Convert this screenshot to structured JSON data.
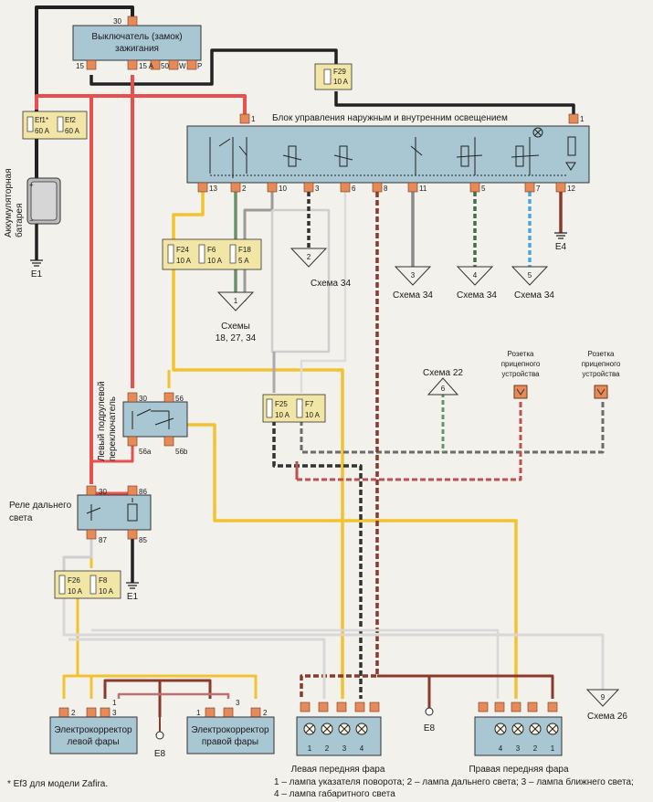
{
  "ignition": {
    "title_line1": "Выключатель (замок)",
    "title_line2": "зажигания",
    "pin_top": "30",
    "pins": [
      "15",
      "15 A",
      "50",
      "W",
      "P"
    ]
  },
  "battery": {
    "label_line1": "Аккумуляторная",
    "label_line2": "батарея",
    "ground": "E1"
  },
  "fuses_main": {
    "ef1": "Ef1*",
    "ef1_rating": "60 A",
    "ef2": "Ef2",
    "ef2_rating": "60 A"
  },
  "fuse_f29": {
    "name": "F29",
    "rating": "10 A"
  },
  "lighting_unit": {
    "title": "Блок управления наружным и внутренним освещением",
    "pin_left": "1",
    "pin_right": "1",
    "bottom_pins": [
      "13",
      "2",
      "10",
      "3",
      "6",
      "8",
      "11",
      "5",
      "7",
      "12"
    ]
  },
  "ground_e4": "E4",
  "fuses_group1": [
    {
      "name": "F24",
      "rating": "10 A"
    },
    {
      "name": "F6",
      "rating": "10 A"
    },
    {
      "name": "F18",
      "rating": "5 A"
    }
  ],
  "refs": [
    {
      "num": "2",
      "text": "Схема 34"
    },
    {
      "num": "1",
      "text": "Схемы",
      "text2": "18, 27, 34"
    },
    {
      "num": "3",
      "text": "Схема 34"
    },
    {
      "num": "4",
      "text": "Схема 34"
    },
    {
      "num": "5",
      "text": "Схема 34"
    },
    {
      "num": "6",
      "text": "Схема 22"
    },
    {
      "num": "9",
      "text": "Схема 26"
    }
  ],
  "trailer_socket": {
    "line1": "Розетка",
    "line2": "прицепного",
    "line3": "устройства"
  },
  "left_switch": {
    "label_line1": "Левый подрулевой",
    "label_line2": "переключатель",
    "pins": [
      "30",
      "56",
      "56a",
      "56b"
    ]
  },
  "fuses_group2": [
    {
      "name": "F25",
      "rating": "10 A"
    },
    {
      "name": "F7",
      "rating": "10 A"
    }
  ],
  "relay": {
    "label_line1": "Реле дальнего",
    "label_line2": "света",
    "pins": [
      "30",
      "86",
      "87",
      "85"
    ],
    "ground": "E1"
  },
  "fuses_group3": [
    {
      "name": "F26",
      "rating": "10 A"
    },
    {
      "name": "F8",
      "rating": "10 A"
    }
  ],
  "corrector_left": {
    "line1": "Электрокорректор",
    "line2": "левой фары",
    "pins": [
      "2",
      "3",
      "1"
    ]
  },
  "corrector_right": {
    "line1": "Электрокорректор",
    "line2": "правой фары",
    "pins": [
      "1",
      "3",
      "2"
    ]
  },
  "ground_e8a": "E8",
  "ground_e8b": "E8",
  "headlamp_left": {
    "label": "Левая передняя фара",
    "nums": [
      "1",
      "2",
      "3",
      "4"
    ]
  },
  "headlamp_right": {
    "label": "Правая передняя фара",
    "nums": [
      "4",
      "3",
      "2",
      "1"
    ]
  },
  "legend": {
    "line1": "1 – лампа указателя поворота;  2 – лампа дальнего света;  3 – лампа ближнего света;",
    "line2": "4 – лампа габаритного света"
  },
  "footnote": "* Ef3 для модели Zafira.",
  "colors": {
    "red": "#e8504f",
    "yellow": "#f2c230",
    "black": "#222222",
    "brown": "#8a3a2a",
    "grey": "#8a8a8a",
    "blue": "#4aa7d8",
    "green": "#4a9a5a",
    "white": "#ffffff"
  }
}
